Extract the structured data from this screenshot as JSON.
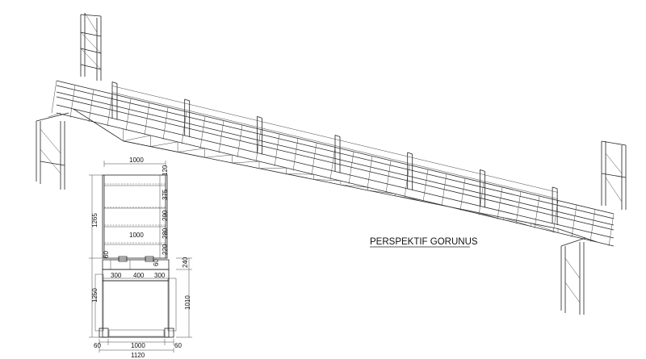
{
  "perspective": {
    "title": "PERSPEKTIF GORUNUS"
  },
  "plan": {
    "dims": {
      "top_width": "1000",
      "d120": "120",
      "d375": "375",
      "d290": "290",
      "d280": "280",
      "d220": "220",
      "inner_width": "1000",
      "left_1265": "1265",
      "d60_left": "60",
      "d60_mid": "60",
      "d240": "240",
      "d300_a": "300",
      "d400": "400",
      "d300_b": "300",
      "left_1250": "1250",
      "right_1010": "1010",
      "bottom_60_left": "60",
      "bottom_1000": "1000",
      "bottom_60_right": "60",
      "bottom_1120": "1120"
    }
  }
}
